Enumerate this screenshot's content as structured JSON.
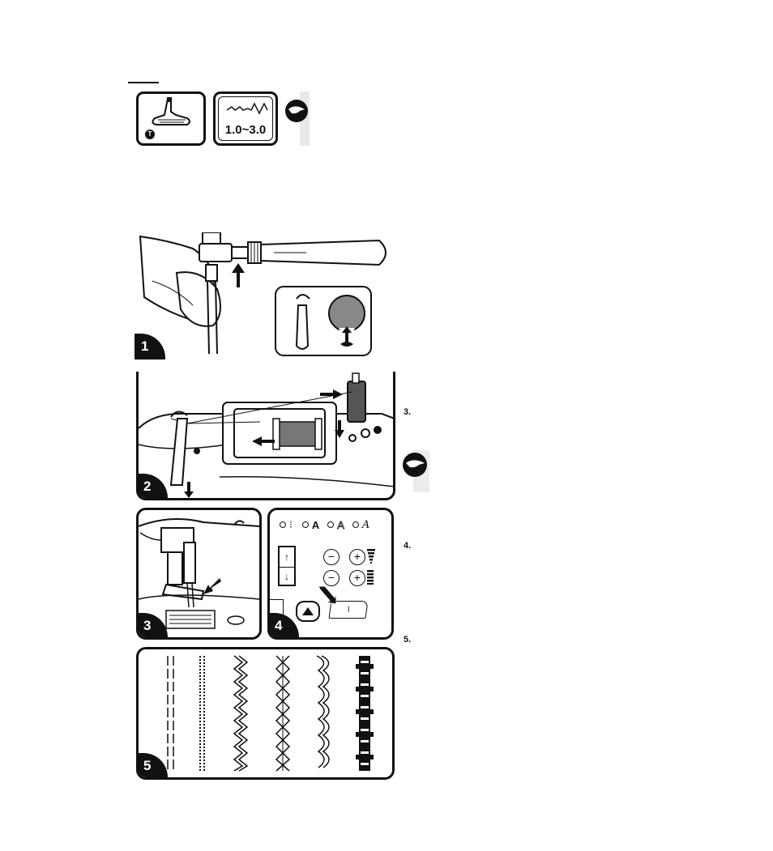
{
  "top_icons": {
    "stitch_length_range": "1.0~3.0",
    "foot_letter": "T"
  },
  "panels": [
    {
      "number": "1"
    },
    {
      "number": "2"
    },
    {
      "number": "3"
    },
    {
      "number": "4"
    },
    {
      "number": "5"
    }
  ],
  "control_panel": {
    "pattern_labels": [
      "A",
      "A",
      "A"
    ]
  },
  "step_labels": [
    "3.",
    "4.",
    "5."
  ]
}
